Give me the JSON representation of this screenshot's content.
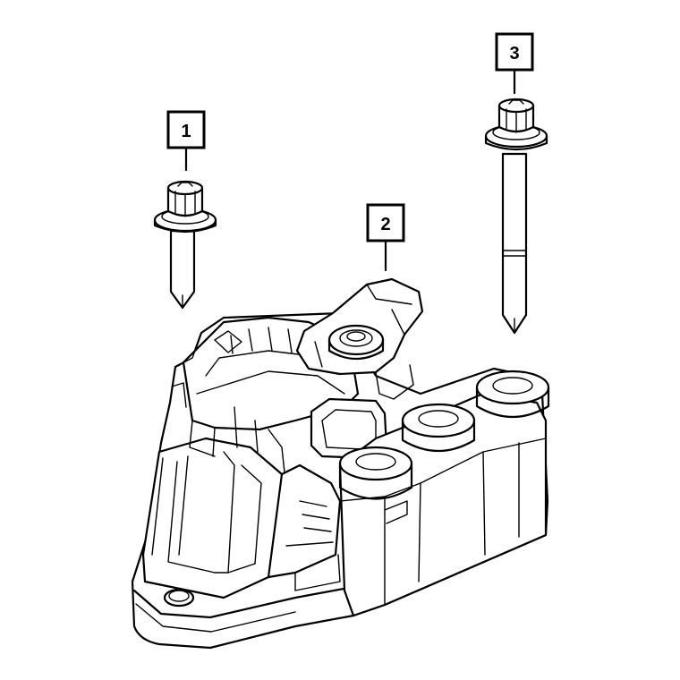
{
  "callouts": {
    "part1": "1",
    "part2": "2",
    "part3": "3"
  },
  "colors": {
    "line": "#000000",
    "background": "#ffffff"
  }
}
